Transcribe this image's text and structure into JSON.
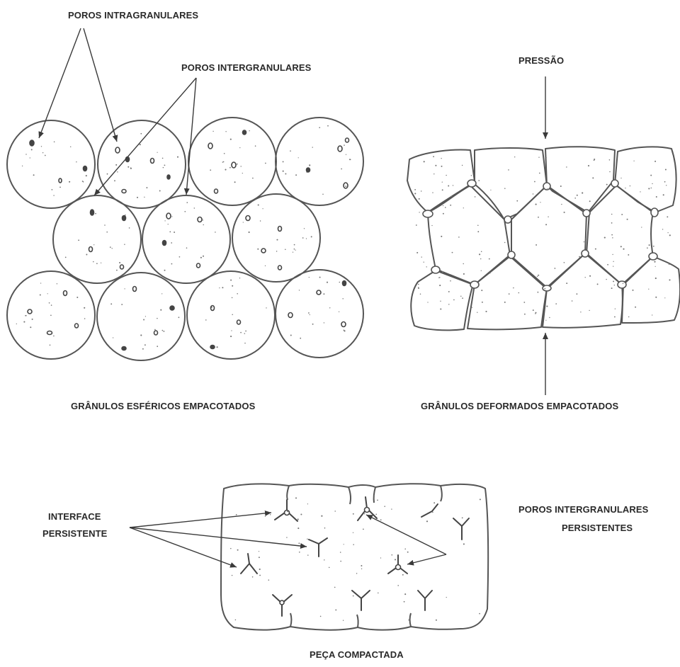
{
  "labels": {
    "poros_intragranulares": "POROS INTRAGRANULARES",
    "poros_intergranulares": "POROS INTERGRANULARES",
    "pressao": "PRESSÃO",
    "granulos_esfericos": "GRÂNULOS ESFÉRICOS EMPACOTADOS",
    "granulos_deformados": "GRÂNULOS DEFORMADOS EMPACOTADOS",
    "interface_line1": "INTERFACE",
    "interface_line2": "PERSISTENTE",
    "poros_persistentes_line1": "POROS INTERGRANULARES",
    "poros_persistentes_line2": "PERSISTENTES",
    "peca_compactada": "PEÇA COMPACTADA"
  },
  "colors": {
    "ink": "#3a3a3a",
    "text": "#2a2a2a",
    "background": "#ffffff"
  }
}
